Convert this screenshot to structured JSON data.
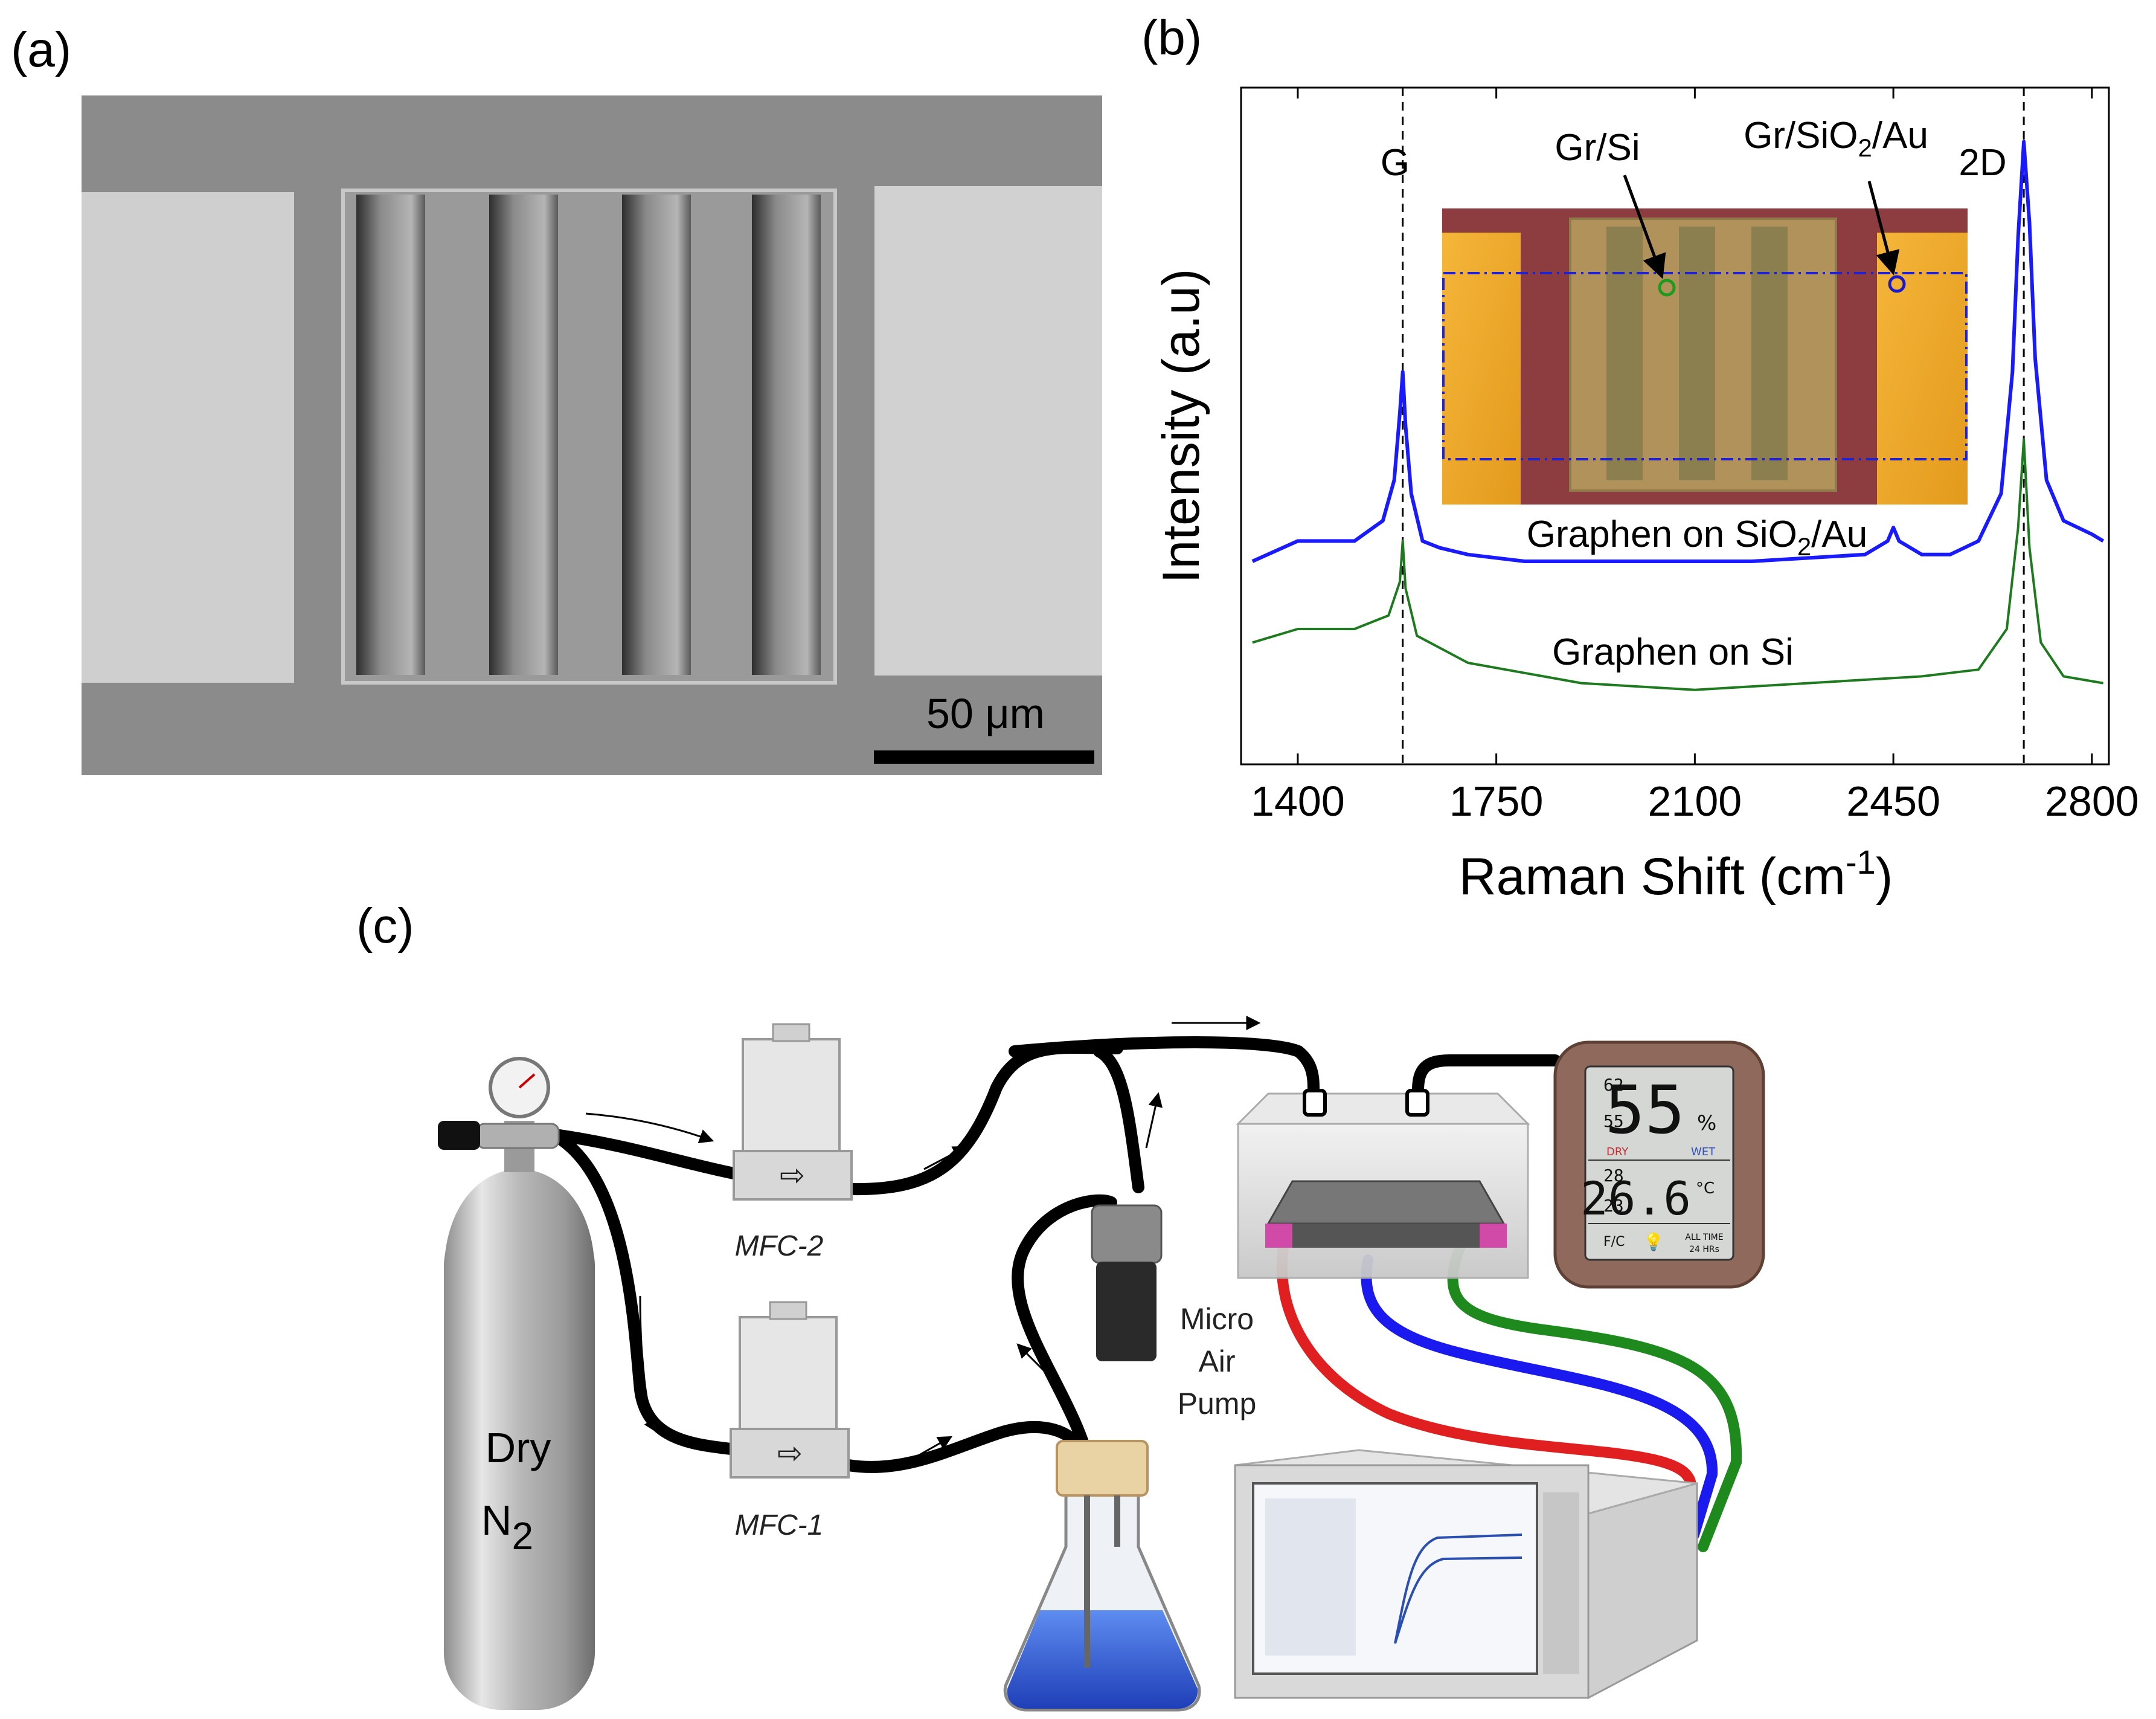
{
  "panels": {
    "a": {
      "label": "(a)",
      "scale_bar": "50 μm"
    },
    "b": {
      "label": "(b)"
    },
    "c": {
      "label": "(c)"
    }
  },
  "chart_data": {
    "type": "line",
    "xlabel_main": "Raman Shift (cm",
    "xlabel_sup": "-1",
    "xlabel_end": ")",
    "ylabel": "Intensity (a.u)",
    "xlim": [
      1300,
      2830
    ],
    "x_ticks": [
      1400,
      1750,
      2100,
      2450,
      2800
    ],
    "grid": false,
    "peak_lines": [
      {
        "name": "G",
        "x": 1585
      },
      {
        "name": "2D",
        "x": 2680
      }
    ],
    "series": [
      {
        "name": "Graphen on SiO2/Au",
        "color": "#1a1aff",
        "x": [
          1320,
          1400,
          1500,
          1550,
          1570,
          1580,
          1585,
          1590,
          1600,
          1620,
          1650,
          1700,
          1800,
          2000,
          2200,
          2400,
          2440,
          2450,
          2460,
          2500,
          2550,
          2600,
          2640,
          2660,
          2670,
          2680,
          2690,
          2700,
          2720,
          2750,
          2800,
          2820
        ],
        "y": [
          0.3,
          0.33,
          0.33,
          0.36,
          0.42,
          0.52,
          0.58,
          0.5,
          0.4,
          0.33,
          0.32,
          0.31,
          0.3,
          0.3,
          0.3,
          0.31,
          0.33,
          0.35,
          0.33,
          0.31,
          0.31,
          0.33,
          0.4,
          0.58,
          0.78,
          0.92,
          0.8,
          0.6,
          0.42,
          0.36,
          0.34,
          0.33
        ]
      },
      {
        "name": "Graphen on Si",
        "color": "#1e7a1e",
        "x": [
          1320,
          1400,
          1500,
          1560,
          1580,
          1585,
          1590,
          1610,
          1700,
          1900,
          2100,
          2300,
          2500,
          2600,
          2650,
          2670,
          2680,
          2690,
          2710,
          2750,
          2820
        ],
        "y": [
          0.18,
          0.2,
          0.2,
          0.22,
          0.27,
          0.33,
          0.26,
          0.19,
          0.15,
          0.12,
          0.11,
          0.12,
          0.13,
          0.14,
          0.2,
          0.35,
          0.48,
          0.32,
          0.18,
          0.13,
          0.12
        ]
      }
    ],
    "annotations": {
      "g_label": "G",
      "d2_label": "2D",
      "gr_si": "Gr/Si",
      "gr_sio2_au_pre": "Gr/SiO",
      "gr_sio2_au_sub": "2",
      "gr_sio2_au_post": "/Au",
      "series1_pre": "Graphen on SiO",
      "series1_sub": "2",
      "series1_post": "/Au",
      "series2": "Graphen on Si"
    }
  },
  "setup": {
    "mfc2": "MFC-2",
    "mfc1": "MFC-1",
    "pump_l1": "Micro",
    "pump_l2": "Air",
    "pump_l3": "Pump",
    "cylinder_l1": "Dry",
    "cylinder_l2": "N",
    "cylinder_sub": "2",
    "hygrometer": {
      "humidity": "55",
      "humidity_unit": "%",
      "temperature": "26.6",
      "temp_unit": "°C",
      "hum_hi": "62",
      "hum_lo": "55",
      "temp_hi": "28",
      "temp_lo": "23",
      "dry": "DRY",
      "wet": "WET",
      "fc": "F/C",
      "all_time_l1": "ALL TIME",
      "all_time_l2": "24 HRs"
    }
  }
}
